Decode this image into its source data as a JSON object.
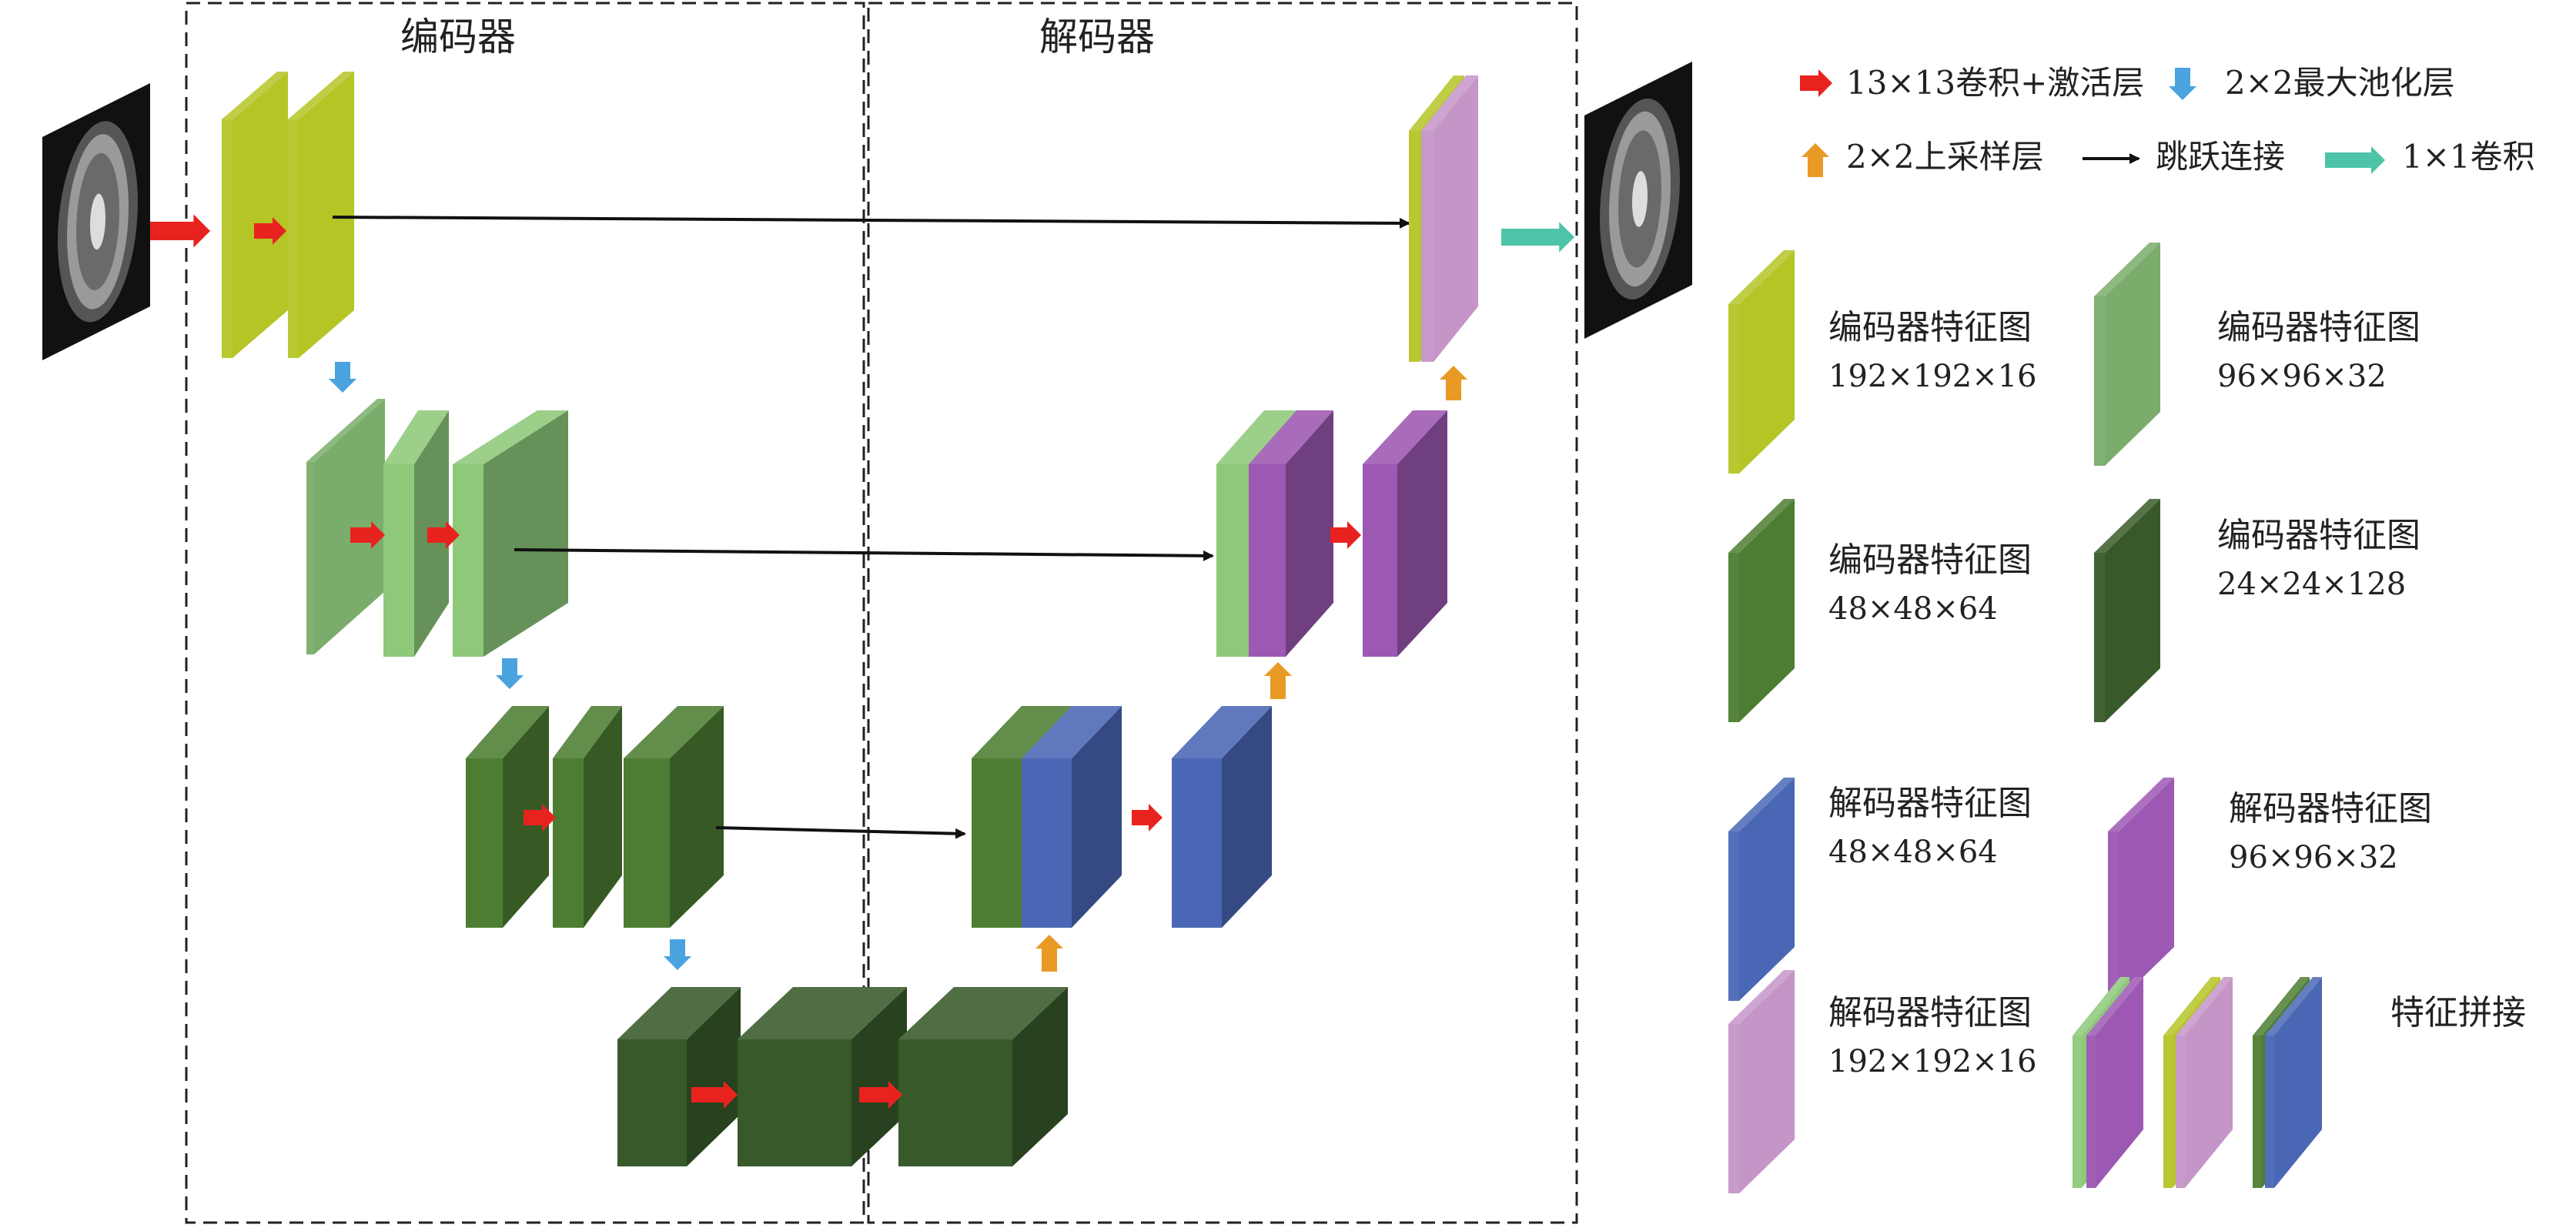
{
  "sections": {
    "encoder_title": "编码器",
    "decoder_title": "解码器"
  },
  "legend": {
    "row1": [
      {
        "icon": "red-arrow-icon",
        "text": "13×13卷积+激活层"
      },
      {
        "icon": "blue-down-arrow-icon",
        "text": "2×2最大池化层"
      }
    ],
    "row2": [
      {
        "icon": "orange-up-arrow-icon",
        "text": "2×2上采样层"
      },
      {
        "icon": "black-arrow-icon",
        "text": "跳跃连接"
      },
      {
        "icon": "teal-arrow-icon",
        "text": "1×1卷积"
      }
    ],
    "swatches": [
      {
        "id": "enc192",
        "color": "#b5c526",
        "line1": "编码器特征图",
        "line2": "192×192×16"
      },
      {
        "id": "enc96",
        "color": "#7aad6b",
        "line1": "编码器特征图",
        "line2": "96×96×32"
      },
      {
        "id": "enc48",
        "color": "#4d7d32",
        "line1": "编码器特征图",
        "line2": "48×48×64"
      },
      {
        "id": "enc24",
        "color": "#385a2a",
        "line1": "编码器特征图",
        "line2": "24×24×128"
      },
      {
        "id": "dec48",
        "color": "#4a67b5",
        "line1": "解码器特征图",
        "line2": "48×48×64"
      },
      {
        "id": "dec96",
        "color": "#9c58b2",
        "line1": "解码器特征图",
        "line2": "96×96×32"
      },
      {
        "id": "dec192",
        "color": "#c595c8",
        "line1": "解码器特征图",
        "line2": "192×192×16"
      }
    ],
    "concat_label": "特征拼接"
  },
  "colors": {
    "enc192": "#b5c526",
    "enc96": "#8ec97a",
    "enc96b": "#7aad6b",
    "enc48": "#4d7d32",
    "enc24": "#385a2a",
    "dec48": "#4a67b5",
    "dec96": "#9c58b2",
    "dec192": "#c595c8",
    "red_arrow": "#e8231f",
    "blue_arrow": "#4aa3df",
    "orange_arrow": "#e89a25",
    "teal_arrow": "#4dc4a8"
  }
}
